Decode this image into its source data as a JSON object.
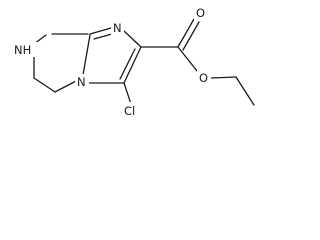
{
  "molecule": {
    "atoms": {
      "ring_nh": "NH",
      "ring_n_imine": "N",
      "ring_n_bridge": "N",
      "carbonyl_o": "O",
      "ester_o": "O",
      "chlorine": "Cl"
    }
  },
  "colors": {
    "bond": "#1a1a1a",
    "background": "#ffffff"
  }
}
